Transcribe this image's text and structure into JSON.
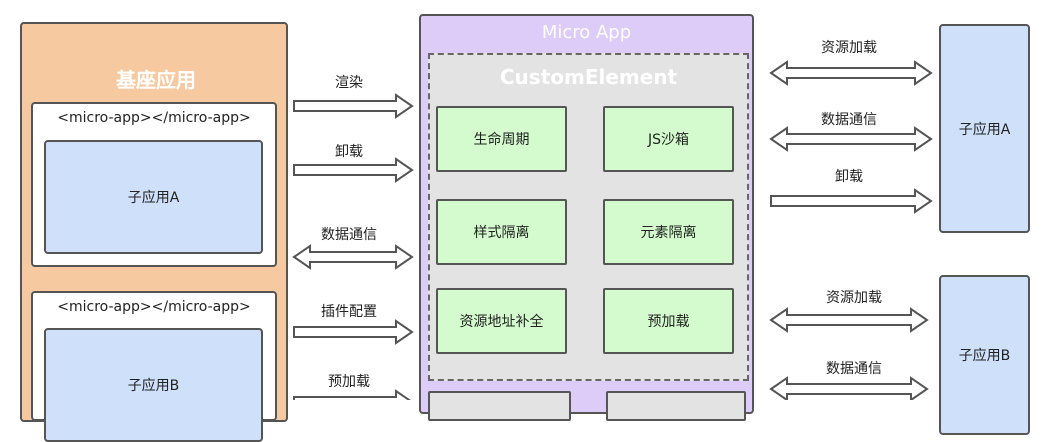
{
  "base_app": {
    "title": "基座应用",
    "containers": [
      {
        "tag": "<micro-app></micro-app>",
        "sub_app": "子应用A"
      },
      {
        "tag": "<micro-app></micro-app>",
        "sub_app": "子应用B"
      }
    ]
  },
  "left_arrows": [
    {
      "label": "渲染",
      "direction": "right"
    },
    {
      "label": "卸载",
      "direction": "right"
    },
    {
      "label": "数据通信",
      "direction": "both"
    },
    {
      "label": "插件配置",
      "direction": "right"
    },
    {
      "label": "预加载",
      "direction": "right"
    }
  ],
  "micro_app": {
    "title": "Micro App",
    "custom_element": {
      "title": "CustomElement",
      "features": [
        "生命周期",
        "JS沙箱",
        "样式隔离",
        "元素隔离",
        "资源地址补全",
        "预加载"
      ]
    }
  },
  "right_groups": [
    {
      "sub_app": "子应用A",
      "arrows": [
        {
          "label": "资源加载",
          "direction": "both"
        },
        {
          "label": "数据通信",
          "direction": "both"
        },
        {
          "label": "卸载",
          "direction": "right"
        }
      ]
    },
    {
      "sub_app": "子应用B",
      "arrows": [
        {
          "label": "资源加载",
          "direction": "both"
        },
        {
          "label": "数据通信",
          "direction": "both"
        }
      ]
    }
  ],
  "colors": {
    "base_app_bg": "#f7c9a0",
    "sub_app_bg": "#cfe1fa",
    "micro_app_bg": "#dcccf7",
    "custom_element_bg": "#e3e3e3",
    "feature_bg": "#d3fbcd",
    "stroke": "#555555"
  }
}
